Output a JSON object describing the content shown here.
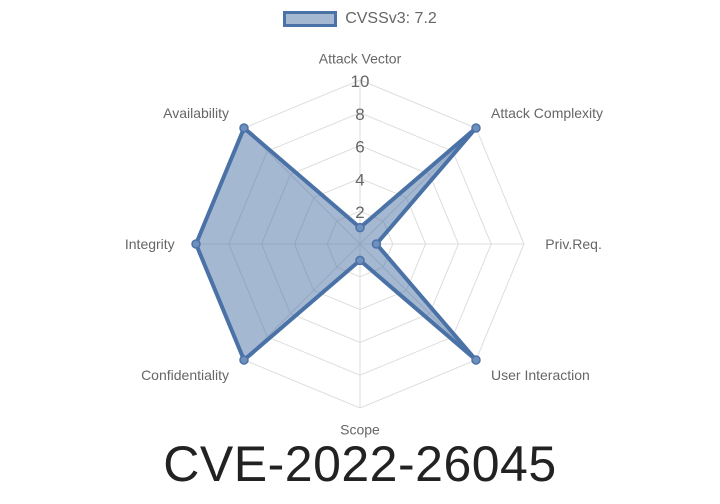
{
  "chart_data": {
    "type": "radar",
    "legend": [
      "CVSSv3: 7.2"
    ],
    "axes": [
      "Attack Vector",
      "Attack Complexity",
      "Priv.Req.",
      "User Interaction",
      "Scope",
      "Confidentiality",
      "Integrity",
      "Availability"
    ],
    "ticks": [
      "2",
      "4",
      "6",
      "8",
      "10"
    ],
    "rlim": [
      0,
      10
    ],
    "series": [
      {
        "name": "CVSSv3: 7.2",
        "values": [
          1.0,
          10.0,
          1.0,
          10.0,
          1.0,
          10.0,
          10.0,
          10.0
        ]
      }
    ],
    "grid": true,
    "legend_position": "top"
  },
  "title": "CVE-2022-26045",
  "colors": {
    "series_fill": "rgba(75,114,166,0.5)",
    "series_stroke": "#4b72a6",
    "grid": "#dddddd",
    "text": "#666666"
  }
}
